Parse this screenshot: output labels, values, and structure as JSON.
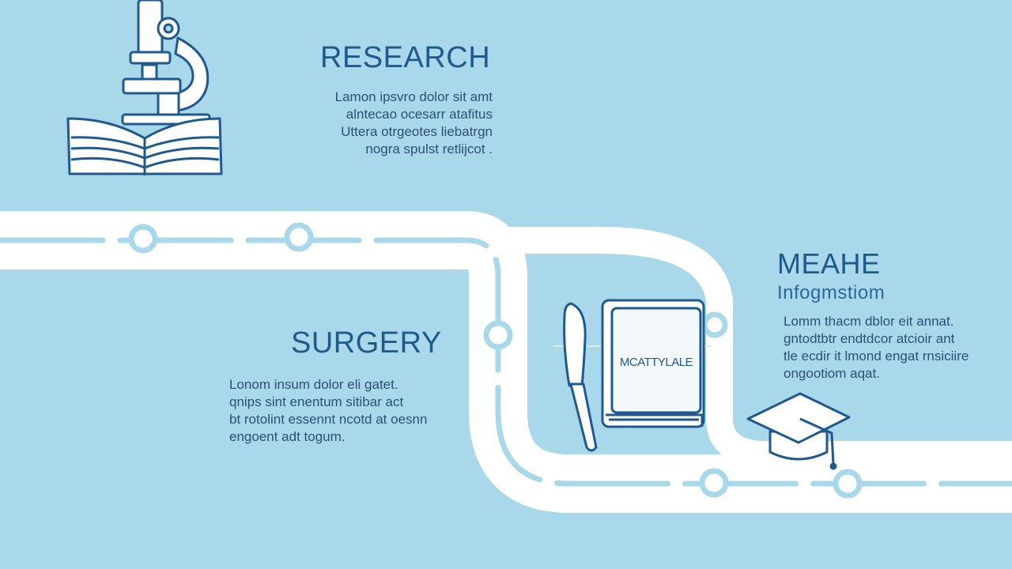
{
  "research": {
    "title": "RESEARCH",
    "lines": [
      "Lamon ipsvro dolor sit amt",
      "alntecao ocesarr atafitus",
      "Uttera otrgeotes liebatrgn",
      "nogra spulst retlijcot ."
    ]
  },
  "surgery": {
    "title": "SURGERY",
    "lines": [
      "Lonom insum dolor eli gatet.",
      "qnips sint enentum sitibar act",
      "bt rotolint essennt ncotd  at oesnn",
      "engoent adt togum."
    ]
  },
  "meahe": {
    "title": "MEAHE",
    "subtitle": "Infogmstiom",
    "lines": [
      "Lomm thacm dblor eit annat.",
      "gntodtbtr endtdcor atcioir ant",
      "tle ecdir it lmond engat rnsiciire",
      "ongootiom aqat."
    ]
  },
  "book": {
    "cover_text": "MCATTYLALE"
  },
  "colors": {
    "background": "#a9d8ea",
    "road": "#ffffff",
    "line": "#1f5a8e",
    "dash": "#a9d8ea"
  },
  "icons": [
    "microscope-icon",
    "open-book-icon",
    "scalpel-icon",
    "medical-book-icon",
    "graduation-cap-icon"
  ]
}
